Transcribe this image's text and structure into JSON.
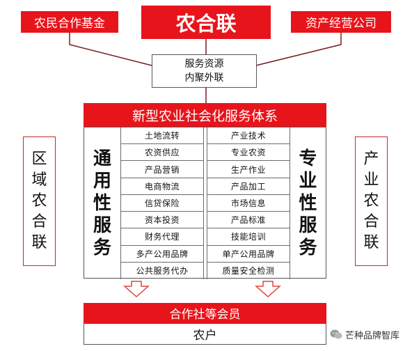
{
  "top": {
    "center_title": "农合联",
    "left_label": "农民合作基金",
    "right_label": "资产经营公司"
  },
  "connector": {
    "line1": "服务资源",
    "line2": "内聚外联"
  },
  "system_title": "新型农业社会化服务体系",
  "general_services": {
    "label_chars": [
      "通",
      "用",
      "性",
      "服",
      "务"
    ],
    "items": [
      "土地流转",
      "农资供应",
      "产品营销",
      "电商物流",
      "信贷保险",
      "资本投资",
      "财务代理",
      "多产公用品牌",
      "公共服务代办"
    ]
  },
  "professional_services": {
    "label_chars": [
      "专",
      "业",
      "性",
      "服",
      "务"
    ],
    "items": [
      "产业技术",
      "专业农资",
      "生产作业",
      "产品加工",
      "市场信息",
      "产品标准",
      "技能培训",
      "单产公用品牌",
      "质量安全检测"
    ]
  },
  "side_left": {
    "label_chars": [
      "区",
      "域",
      "农",
      "合",
      "联"
    ]
  },
  "side_right": {
    "label_chars": [
      "产",
      "业",
      "农",
      "合",
      "联"
    ]
  },
  "members_title": "合作社等会员",
  "farmers_label": "农户",
  "watermark": "芒种品牌智库",
  "colors": {
    "brand_red": "#e8141b",
    "outline_red": "#c0282d",
    "arrow_red": "#e0433f"
  }
}
